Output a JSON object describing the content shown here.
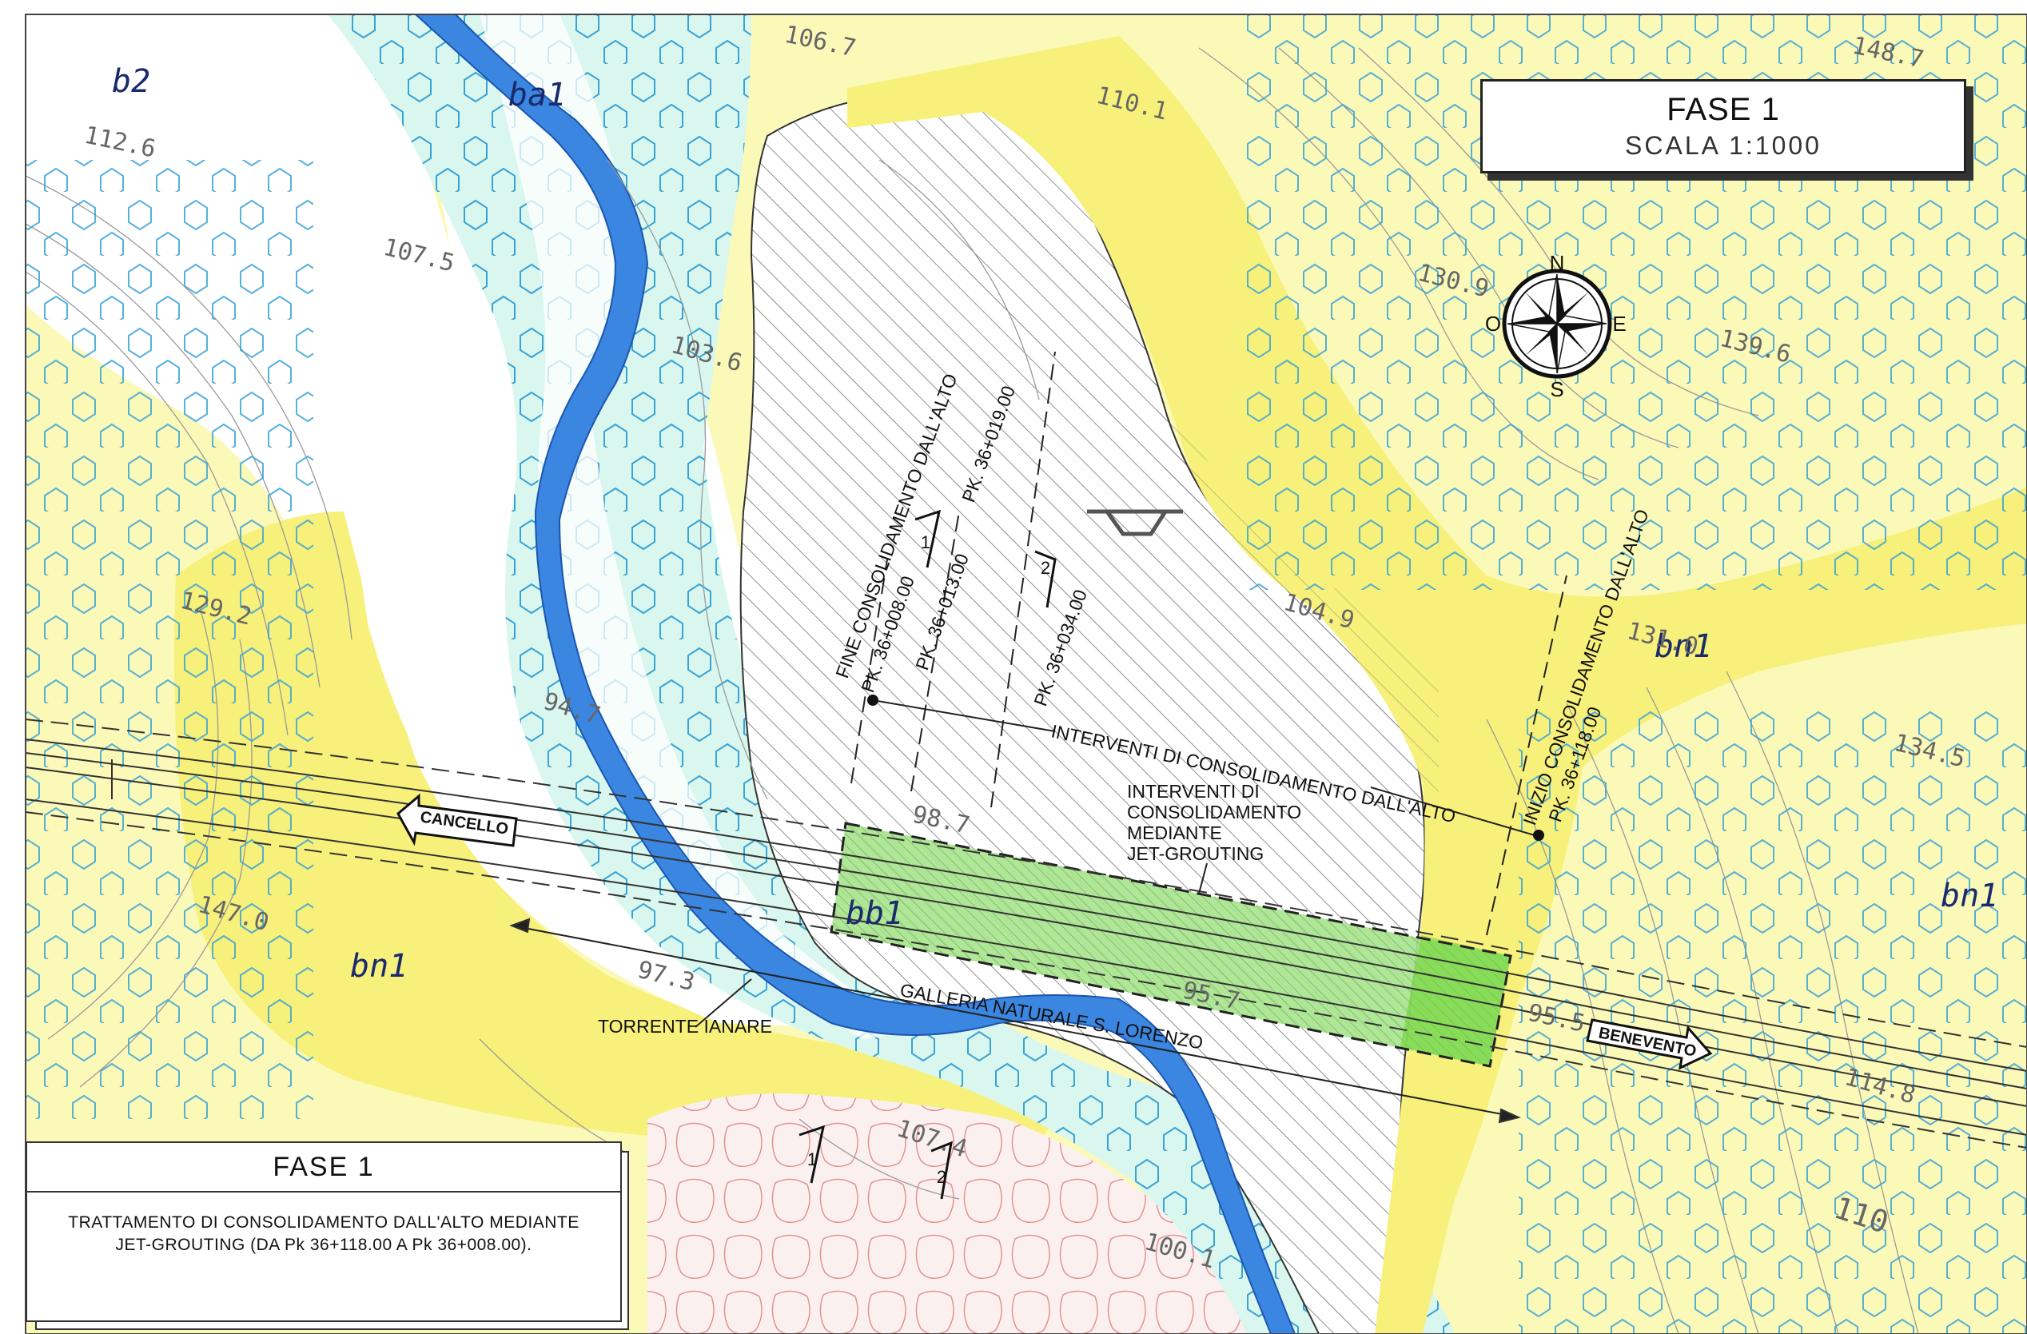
{
  "title": {
    "main": "FASE 1",
    "scale": "SCALA 1:1000"
  },
  "legend": {
    "heading": "FASE 1",
    "description_line1": "TRATTAMENTO DI CONSOLIDAMENTO DALL'ALTO MEDIANTE",
    "description_line2": "JET-GROUTING (DA Pk 36+118.00 A Pk 36+008.00)."
  },
  "compass": {
    "n": "N",
    "s": "S",
    "e": "E",
    "o": "O"
  },
  "zones": {
    "b2": "b2",
    "ba1": "ba1",
    "bb1": "bb1",
    "bn1_left": "bn1",
    "bn1_mid": "bn1",
    "bn1_right": "bn1"
  },
  "elevations": {
    "e1": "106.7",
    "e2": "148.7",
    "e3": "110.1",
    "e4": "112.6",
    "e5": "107.5",
    "e6": "130.9",
    "e7": "139.6",
    "e8": "103.6",
    "e9": "104.9",
    "e10": "129.2",
    "e11": "131.0",
    "e12": "94.7",
    "e13": "134.5",
    "e14": "98.7",
    "e15": "147.0",
    "e16": "97.3",
    "e17": "95.7",
    "e18": "95.5",
    "e19": "114.8",
    "e20": "107.4",
    "e21": "100.1",
    "e22": "110"
  },
  "annotations": {
    "fine_line1": "FINE CONSOLIDAMENTO DALL'ALTO",
    "fine_line2": "PK. 36+008.00",
    "pk013": "PK. 36+013.00",
    "pk019": "PK. 36+019.00",
    "pk034": "PK. 36+034.00",
    "inizio_line1": "INIZIO CONSOLIDAMENTO DALL'ALTO",
    "inizio_line2": "PK. 36+118.00",
    "interventi": "INTERVENTI DI CONSOLIDAMENTO DALL'ALTO",
    "jet_line1": "INTERVENTI DI",
    "jet_line2": "CONSOLIDAMENTO",
    "jet_line3": "MEDIANTE",
    "jet_line4": "JET-GROUTING",
    "galleria": "GALLERIA NATURALE S. LORENZO",
    "torrente": "TORRENTE IANARE",
    "cancello": "CANCELLO",
    "benevento": "BENEVENTO",
    "sec1": "1",
    "sec2": "2"
  },
  "colors": {
    "yellow_zone": "#f7f07a",
    "pale_yellow_zone": "#fbf9b8",
    "cyan_zone": "#d9f7ee",
    "river": "#3b86e0",
    "green_area": "#a6e38c",
    "hex_outline": "#3aa3d6"
  }
}
